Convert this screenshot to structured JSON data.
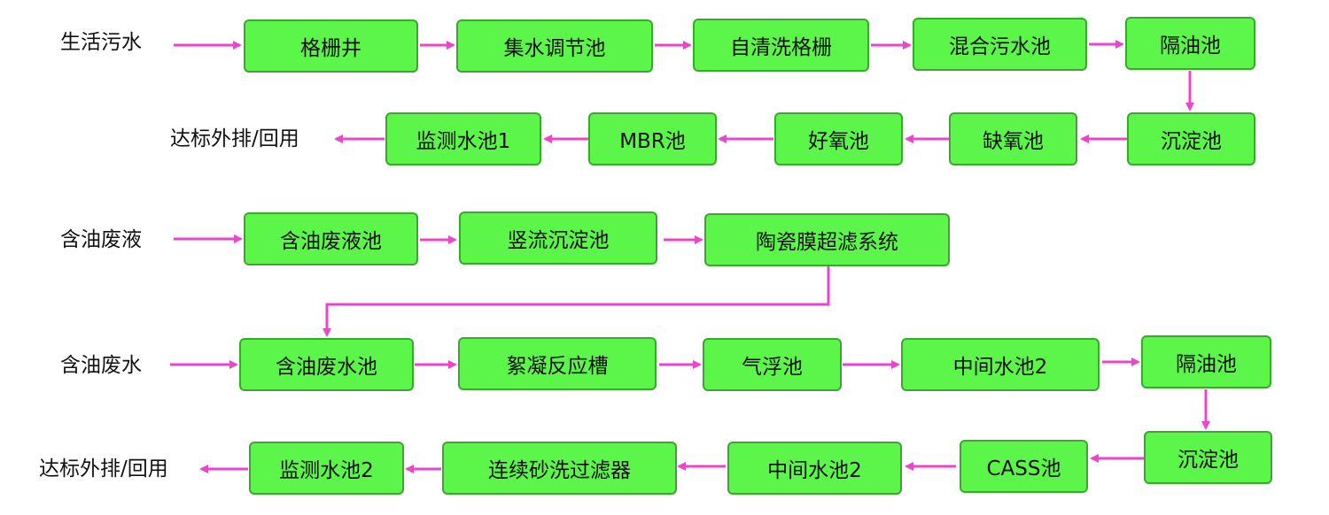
{
  "colors": {
    "box_fill": "#5cf54a",
    "box_border": "#3aa82e",
    "arrow": "#ee44cc"
  },
  "section1": {
    "input_label": "生活污水",
    "output_label": "达标外排/回用",
    "row1": [
      "格栅井",
      "集水调节池",
      "自清洗格栅",
      "混合污水池",
      "隔油池"
    ],
    "row2": [
      "沉淀池",
      "缺氧池",
      "好氧池",
      "MBR池",
      "监测水池1"
    ]
  },
  "section2": {
    "input_label": "含油废液",
    "row": [
      "含油废液池",
      "竖流沉淀池",
      "陶瓷膜超滤系统"
    ]
  },
  "section3": {
    "input_label": "含油废水",
    "output_label": "达标外排/回用",
    "row1": [
      "含油废水池",
      "絮凝反应槽",
      "气浮池",
      "中间水池2",
      "隔油池"
    ],
    "row2": [
      "沉淀池",
      "CASS池",
      "中间水池2",
      "连续砂洗过滤器",
      "监测水池2"
    ]
  }
}
